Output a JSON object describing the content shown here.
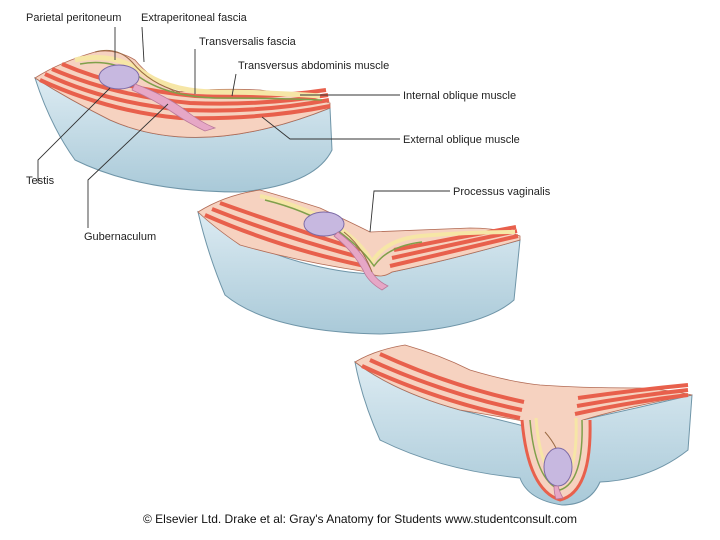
{
  "labels": {
    "parietal_peritoneum": "Parietal peritoneum",
    "extraperitoneal_fascia": "Extraperitoneal fascia",
    "transversalis_fascia": "Transversalis fascia",
    "transversus_abdominis": "Transversus abdominis muscle",
    "internal_oblique": "Internal oblique muscle",
    "external_oblique": "External oblique muscle",
    "testis": "Testis",
    "gubernaculum": "Gubernaculum",
    "processus_vaginalis": "Processus vaginalis"
  },
  "copyright": "© Elsevier Ltd. Drake et al: Gray's Anatomy for Students www.studentconsult.com",
  "colors": {
    "fascia_blue": "#c9dfe8",
    "fascia_blue_dark": "#9dbfcf",
    "muscle_red": "#e8604c",
    "muscle_pink": "#f7b8a4",
    "yellow_fat": "#f6e6a6",
    "peritoneum_cream": "#fbe3cc",
    "green_fascia": "#7fa04a",
    "testis_lavender": "#c7b8e0",
    "gubernaculum_pink": "#e6a7c6"
  }
}
